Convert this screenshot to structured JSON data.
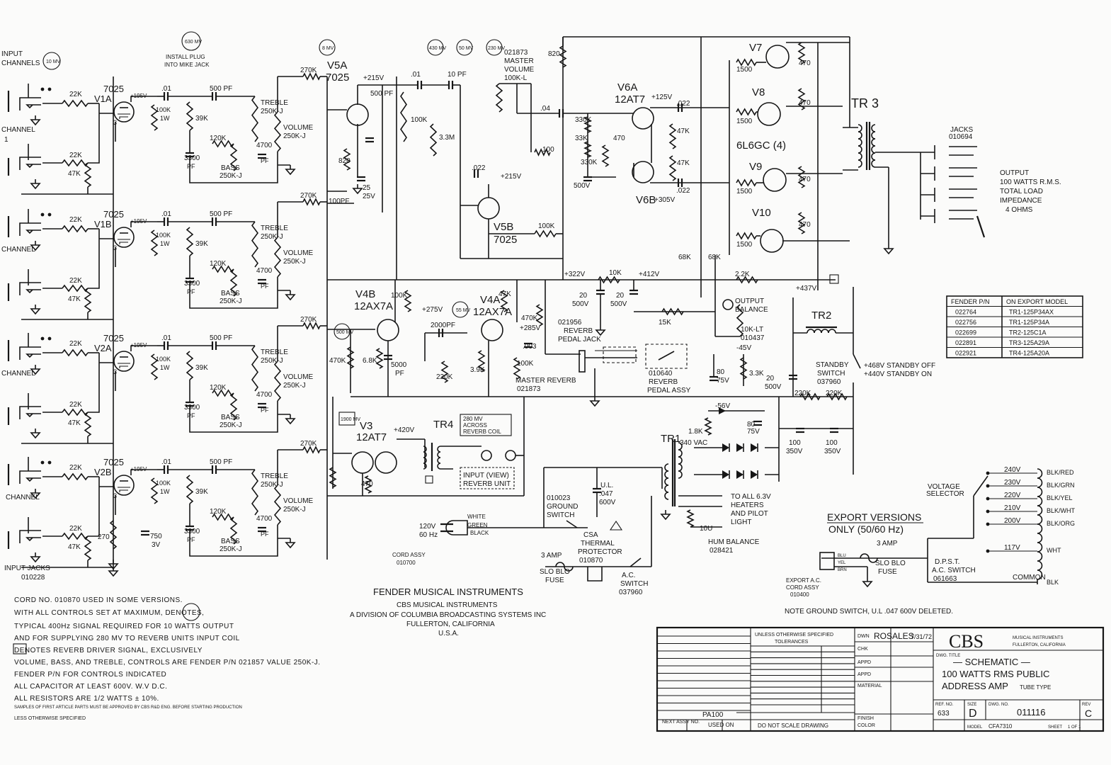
{
  "title_block": {
    "company": "CBS",
    "company_sub1": "MUSICAL INSTRUMENTS",
    "company_sub2": "FULLERTON, CALIFORNIA",
    "dwg_title_label": "DWG. TITLE",
    "title_line1": "— SCHEMATIC —",
    "title_line2": "100 WATTS RMS PUBLIC",
    "title_line3": "ADDRESS AMP",
    "title_line3b": "TUBE TYPE",
    "unless": "UNLESS OTHERWISE SPECIFIED",
    "tolerances": "TOLERANCES",
    "drawn_label": "DWN",
    "drawn_by": "ROSALES",
    "drawn_date": "7/31/72",
    "chk_label": "CHK",
    "appd_label": "APPD",
    "material_label": "MATERIAL",
    "finish_label": "FINISH",
    "color_label": "COLOR",
    "next_assy": "NEXT ASSY NO.",
    "used_on": "USED ON",
    "used_on_value": "PA100",
    "do_not_scale": "DO NOT SCALE DRAWING",
    "ref_no_label": "REF. NO.",
    "ref_no": "633",
    "size_label": "SIZE",
    "size": "D",
    "dwg_no_label": "DWG. NO.",
    "dwg_no": "011116",
    "rev_label": "REV",
    "rev": "C",
    "model_label": "MODEL",
    "model": "CFA7310",
    "sheet_label": "SHEET",
    "sheet": "1 OF 1"
  },
  "maker": {
    "line1": "FENDER MUSICAL INSTRUMENTS",
    "line2": "CBS MUSICAL INSTRUMENTS",
    "line3": "A DIVISION OF COLUMBIA BROADCASTING SYSTEMS INC",
    "line4": "FULLERTON, CALIFORNIA",
    "line5": "U.S.A."
  },
  "notes": [
    "CORD NO. 010870 USED IN SOME VERSIONS.",
    "WITH ALL CONTROLS SET AT MAXIMUM,       DENOTES,",
    "TYPICAL 400Hz SIGNAL REQUIRED FOR 10 WATTS OUTPUT",
    "AND FOR SUPPLYING 280 MV TO REVERB UNITS INPUT COIL",
    "       DENOTES REVERB DRIVER SIGNAL, EXCLUSIVELY",
    "VOLUME, BASS, AND TREBLE, CONTROLS ARE FENDER P/N 021857 VALUE 250K-J.",
    "FENDER P/N FOR CONTROLS INDICATED",
    "ALL CAPACITOR AT LEAST 600V. W.V D.C.",
    "ALL RESISTORS ARE 1/2 WATTS ± 10%.",
    "SAMPLES OF FIRST ARTICLE PARTS MUST BE APPROVED BY CBS R&D ENG. BEFORE STARTING PRODUCTION",
    "LESS OTHERWISE SPECIFIED"
  ],
  "export_table": {
    "headers": [
      "FENDER P/N",
      "ON EXPORT MODEL"
    ],
    "rows": [
      [
        "022764",
        "TR1-125P34AX"
      ],
      [
        "022756",
        "TR1-125P34A"
      ],
      [
        "022699",
        "TR2-125C1A"
      ],
      [
        "022891",
        "TR3-125A29A"
      ],
      [
        "022921",
        "TR4-125A20A"
      ]
    ]
  },
  "output": {
    "line1": "OUTPUT",
    "line2": "100 WATTS R.M.S.",
    "line3": "TOTAL LOAD",
    "line4": "IMPEDANCE",
    "line5": "4 OHMS",
    "jacks": "JACKS",
    "jacks_pn": "010694"
  },
  "export_versions": {
    "title": "EXPORT VERSIONS",
    "subtitle": "ONLY (50/60 Hz)",
    "voltage_selector": "VOLTAGE",
    "voltage_selector2": "SELECTOR",
    "taps": [
      "240V",
      "230V",
      "220V",
      "210V",
      "200V",
      "117V"
    ],
    "wires": [
      "BLK/RED",
      "BLK/GRN",
      "BLK/YEL",
      "BLK/WHT",
      "BLK/ORG",
      "WHT",
      "BLK"
    ],
    "common": "COMMON",
    "dpst": "D.P.S.T.",
    "ac_switch": "A.C. SWITCH",
    "ac_switch_pn": "061663",
    "fuse_amp": "3 AMP",
    "fuse": "SLO BLO",
    "fuse2": "FUSE",
    "cord": "EXPORT A.C.",
    "cord2": "CORD ASSY",
    "cord3": "010400",
    "ground_note": "NOTE GROUND SWITCH, U.L .047 600V DELETED."
  },
  "labels": {
    "input": "INPUT",
    "channels": "CHANNELS",
    "channel": "CHANNEL",
    "ch1": "1",
    "input_jacks": "INPUT JACKS",
    "input_jacks_pn": "010228",
    "install": "INSTALL PLUG",
    "install2": "INTO MIKE JACK",
    "v1a": "V1A",
    "v1b": "V1B",
    "v2a": "V2A",
    "v2b": "V2B",
    "t7025": "7025",
    "v5a": "V5A",
    "v5b": "V5B",
    "v6a": "V6A",
    "v6b": "V6B",
    "t12at7": "12AT7",
    "v4a": "V4A",
    "v4b": "V4B",
    "t12ax7a": "12AX7A",
    "v3": "V3",
    "v7": "V7",
    "v8": "V8",
    "v9": "V9",
    "v10": "V10",
    "t6l6gc": "6L6GC (4)",
    "tr1": "TR1",
    "tr2": "TR2",
    "tr3": "TR 3",
    "tr4": "TR4",
    "treble": "TREBLE",
    "bass": "BASS",
    "volume": "VOLUME",
    "pot250kj": "250K-J",
    "master_vol": "MASTER",
    "master_vol2": "VOLUME",
    "master_vol3": "100K-L",
    "master_vol_pn": "021873",
    "master_reverb": "MASTER REVERB",
    "master_reverb_pn": "021873",
    "reverb_jack": "REVERB",
    "reverb_jack2": "PEDAL JACK",
    "reverb_jack_pn": "021956",
    "pedal_assy_pn": "010640",
    "pedal_assy": "REVERB",
    "pedal_assy2": "PEDAL ASSY",
    "output_balance": "OUTPUT",
    "output_balance2": "BALANCE",
    "balance_pot": "10K-LT",
    "balance_pot_pn": "010437",
    "standby": "STANDBY",
    "standby2": "SWITCH",
    "standby_pn": "037960",
    "standby_off": "+468V STANDBY OFF",
    "standby_on": "+440V STANDBY ON",
    "input_reverb": "INPUT (VIEW)",
    "reverb_unit": "REVERB UNIT",
    "mv280": "280 MV",
    "across": "ACROSS",
    "reverb_coil": "REVERB COIL",
    "ground_sw": "010023",
    "ground_sw2": "GROUND",
    "ground_sw3": "SWITCH",
    "csa": "CSA",
    "thermal": "THERMAL",
    "protector": "PROTECTOR",
    "thermal_pn": "010870",
    "ac_sw": "A.C.",
    "ac_sw2": "SWITCH",
    "ac_sw_pn": "037960",
    "fuse3": "3 AMP",
    "fuse_slo": "SLO BLO",
    "fuse_f": "FUSE",
    "mains": "120V",
    "mains2": "60 Hz",
    "white": "WHITE",
    "green": "GREEN",
    "black": "BLACK",
    "cord": "CORD ASSY",
    "cord2": "010700",
    "heaters": "TO ALL 6.3V",
    "heaters2": "HEATERS",
    "heaters3": "AND PILOT",
    "heaters4": "LIGHT",
    "hum": "HUM BALANCE",
    "hum_pn": "028421",
    "hv340": "340 VAC",
    "ul": "U.L.",
    "ul2": ".047",
    "ul3": "600V",
    "b215": "+215V",
    "b195": "+195V",
    "b322": "+322V",
    "b412": "+412V",
    "b437": "+437V",
    "b305": "+305V",
    "b275": "+275V",
    "b285": "+285V",
    "b420": "+420V",
    "bneg45": "-45V",
    "bneg56": "-56V",
    "b125": "+125V"
  },
  "components": {
    "r22k": "22K",
    "r47k": "47K",
    "r39k": "39K",
    "r120k": "120K",
    "r100k": "100K",
    "r100k_1w": "1W",
    "r270k": "270K",
    "r820": "820",
    "r3_3m": "3.3M",
    "r330k": "330K",
    "r33k": "33K",
    "r470": "470",
    "r1500": "1500",
    "r470_1w": "470",
    "r10k": "10K",
    "r15k": "15K",
    "r2_2k": "2.2K",
    "r68k": "68K",
    "r3_9k": "3.9K",
    "r6_8k": "6.8K",
    "r470k": "470K",
    "r220k": "220K",
    "r1_8k": "1.8K",
    "r3_3k": "3.3K",
    "r270": "270",
    "r100": "100",
    "r10u": "10U",
    "c01": ".01",
    "c500pf": "500 PF",
    "c3300pf": "3300",
    "cpf": "PF",
    "c4700pf": "4700",
    "c10pf": "10 PF",
    "c100pf": "100PF",
    "c022": ".022",
    "c04": ".04",
    "c25": "25",
    "c25v": "25V",
    "c003": ".003",
    "c2000pf": "2000PF",
    "c5000pf": "5000",
    "c750": "750",
    "c3v": "3V",
    "c20": "20",
    "c500v": "500V",
    "c80": "80",
    "c75v": "75V",
    "c100": "100",
    "c350v": "350V",
    "mv10": "10 MV",
    "mv630": "630 MV",
    "mv8": "8 MV",
    "mv430": "430 MV",
    "mv50": "50 MV",
    "mv230": "230 MV",
    "mv500": "500 MV",
    "mv55": "55 MV",
    "mv1900": "1900 MV"
  }
}
